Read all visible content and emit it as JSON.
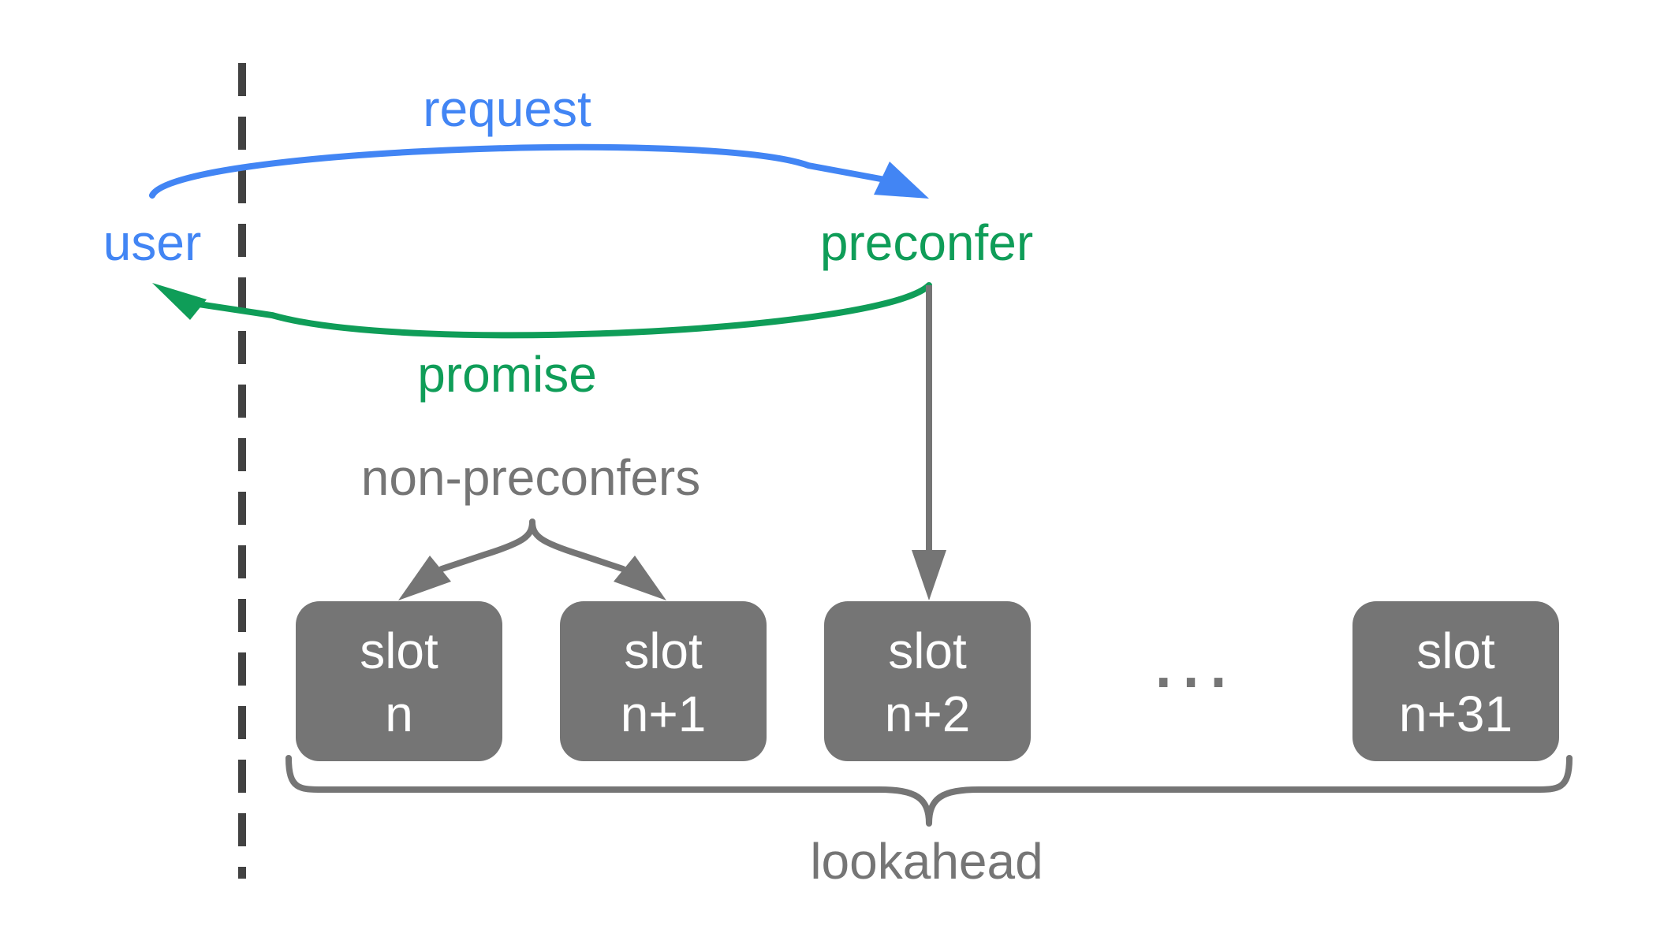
{
  "colors": {
    "user_blue": "#4285f4",
    "preconfer_green": "#0f9d58",
    "grey": "#757575",
    "divider": "#424242",
    "slot_text": "#ffffff",
    "background": "#ffffff"
  },
  "actors": {
    "user": "user",
    "preconfer": "preconfer"
  },
  "arrows": {
    "request": "request",
    "promise": "promise"
  },
  "non_preconfers_label": "non-preconfers",
  "slots": [
    {
      "line1": "slot",
      "line2": "n"
    },
    {
      "line1": "slot",
      "line2": "n+1"
    },
    {
      "line1": "slot",
      "line2": "n+2"
    },
    {
      "line1": "slot",
      "line2": "n+31"
    }
  ],
  "ellipsis": "…",
  "lookahead_label": "lookahead"
}
